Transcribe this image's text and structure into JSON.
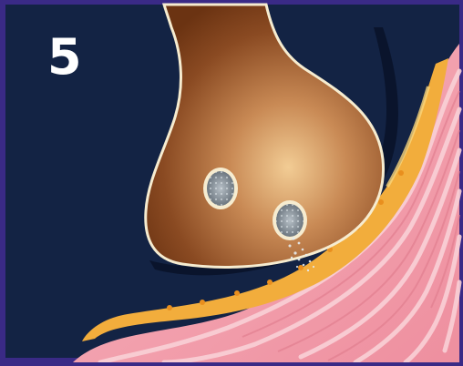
{
  "step_label": "5",
  "colors": {
    "frame": "#3a2a86",
    "background": "#132344",
    "terminal_dark": "#6b3312",
    "terminal_light": "#e6bd86",
    "terminal_outline": "#f6ecd0",
    "synaptic_cleft": "#0c1730",
    "receptor_membrane": "#f2ad3c",
    "muscle_fiber": "#f4a6b2",
    "muscle_stripe": "#f8cdd3",
    "vesicle": "#8f9aa3"
  },
  "depicted_elements": [
    "axon-terminal",
    "synaptic-vesicle",
    "exocytosis-vesicle",
    "neurotransmitter-particles",
    "synaptic-cleft",
    "receptor-membrane",
    "muscle-fibers"
  ]
}
